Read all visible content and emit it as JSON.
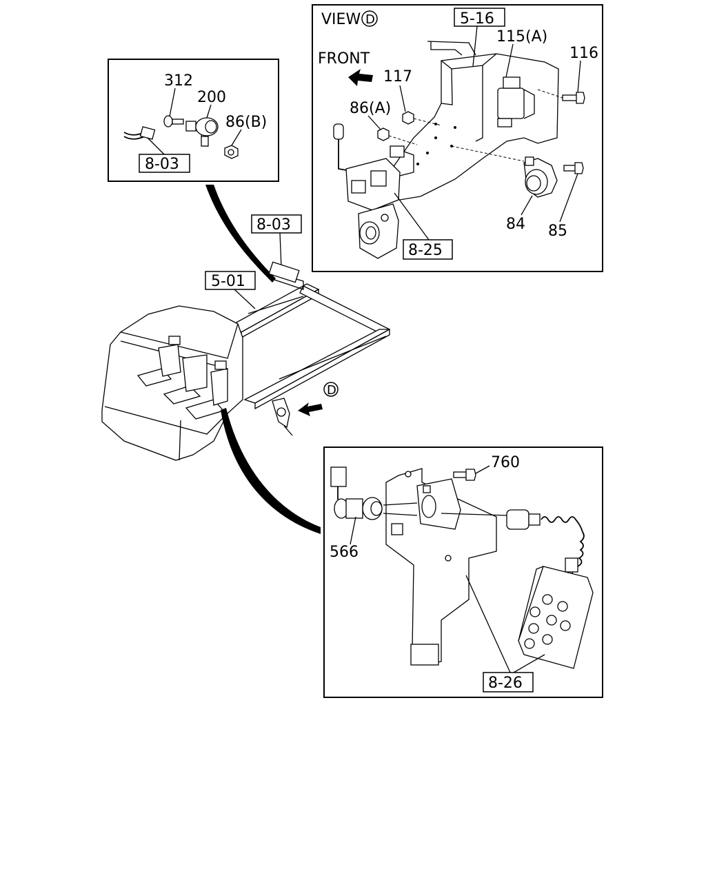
{
  "view_label": "VIEW",
  "view_letter": "D",
  "front_label": "FRONT",
  "arrow_letter": "D",
  "refs": {
    "r_5_16": "5-16",
    "r_8_03_a": "8-03",
    "r_8_03_b": "8-03",
    "r_5_01": "5-01",
    "r_8_25": "8-25",
    "r_8_26": "8-26"
  },
  "parts": {
    "p312": "312",
    "p200": "200",
    "p86b": "86(B)",
    "p115a": "115(A)",
    "p116": "116",
    "p117": "117",
    "p86a": "86(A)",
    "p84": "84",
    "p85": "85",
    "p760": "760",
    "p566": "566"
  }
}
